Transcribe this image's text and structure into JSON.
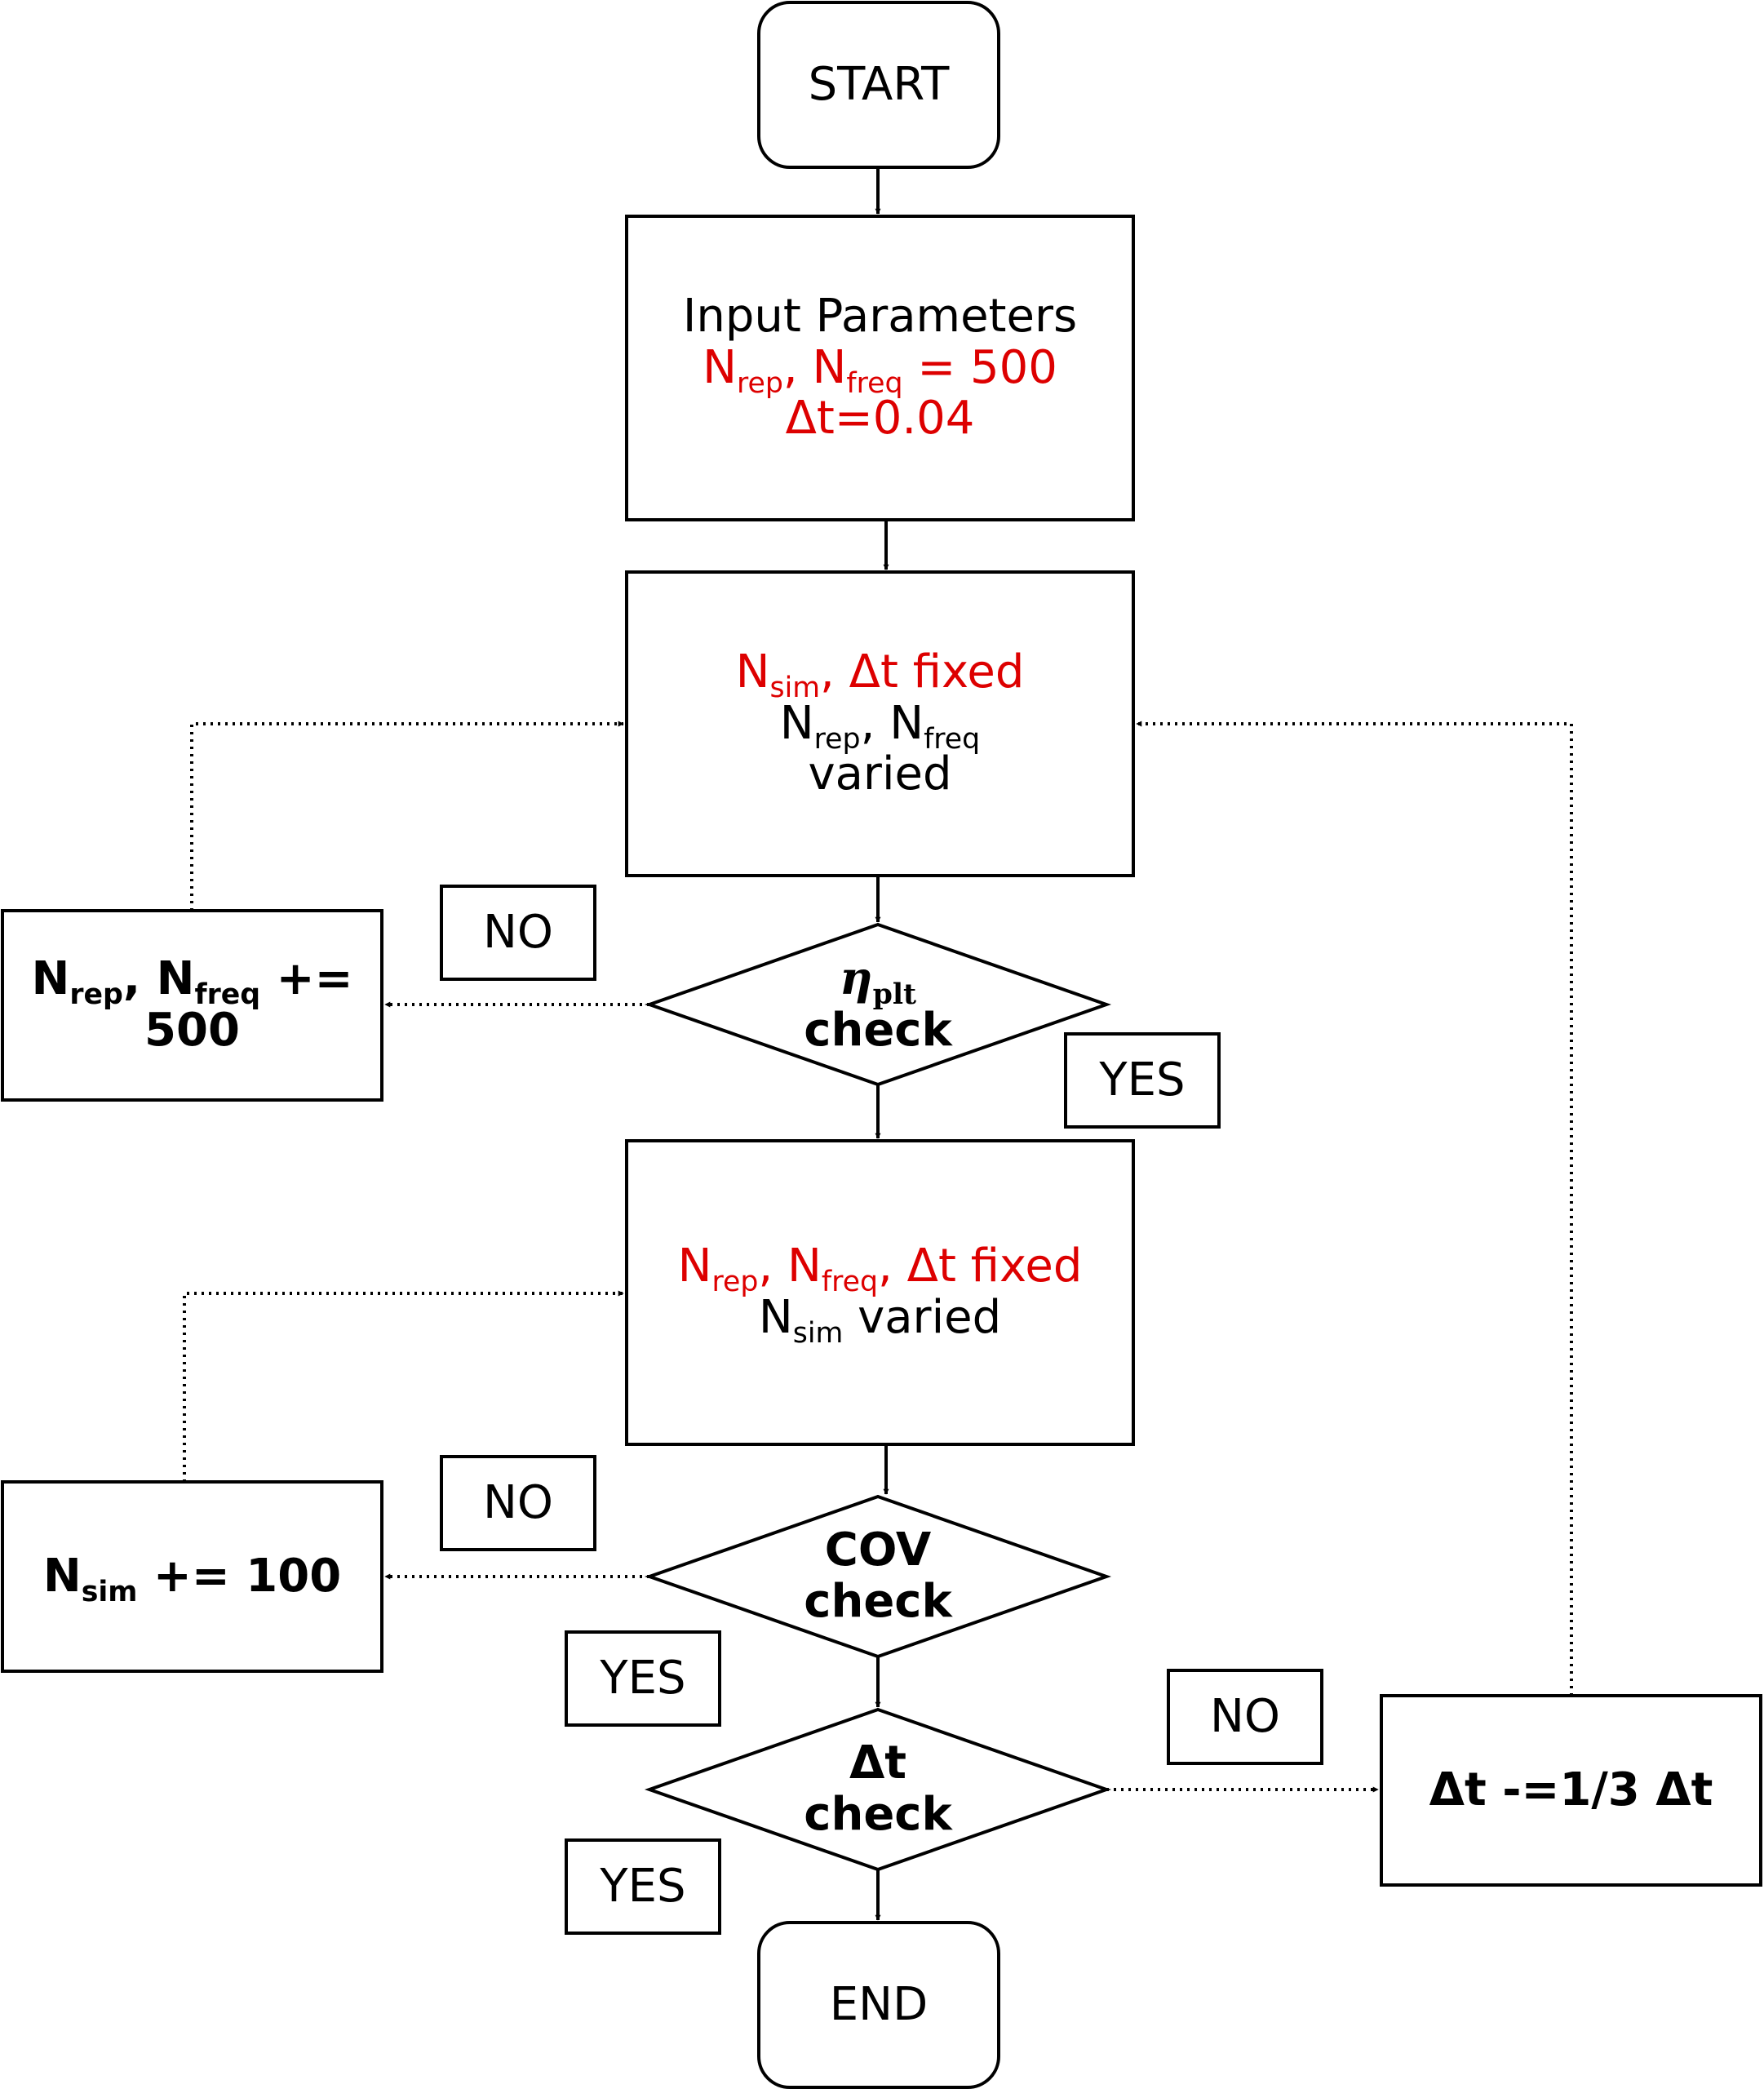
{
  "start": {
    "label": "START"
  },
  "end": {
    "label": "END"
  },
  "input": {
    "title": "Input Parameters",
    "n_rep": "N",
    "n_rep_sub": "rep",
    "sep": ", ",
    "n_freq": "N",
    "n_freq_sub": "freq",
    "n_value": " = 500",
    "dt_line": "Δt=0.04"
  },
  "stage1": {
    "n_sim": "N",
    "n_sim_sub": "sim",
    "fixed_suffix": ", Δt fixed",
    "n_rep": "N",
    "n_rep_sub": "rep",
    "sep": ", ",
    "n_freq": "N",
    "n_freq_sub": "freq",
    "varied": "varied"
  },
  "check_eta": {
    "symbol": "η",
    "symbol_sub": "plt",
    "word": "check"
  },
  "update1": {
    "n_rep": "N",
    "n_rep_sub": "rep",
    "sep": ", ",
    "n_freq": "N",
    "n_freq_sub": "freq",
    "op": " +=",
    "value": "500"
  },
  "stage2": {
    "n_rep": "N",
    "n_rep_sub": "rep",
    "sep": ", ",
    "n_freq": "N",
    "n_freq_sub": "freq",
    "fixed_suffix": ", Δt fixed",
    "n_sim": "N",
    "n_sim_sub": "sim",
    "varied": " varied"
  },
  "check_cov": {
    "line1": "COV",
    "line2": "check"
  },
  "update2": {
    "n_sim": "N",
    "n_sim_sub": "sim",
    "op": " += 100"
  },
  "check_dt": {
    "line1": "Δt",
    "line2": "check"
  },
  "update3": {
    "label": "Δt -=1/3 Δt"
  },
  "answers": {
    "no_eta": "NO",
    "yes_eta": "YES",
    "no_cov": "NO",
    "yes_cov": "YES",
    "no_dt": "NO",
    "yes_dt": "YES"
  },
  "colors": {
    "emphasis": "#dd0000",
    "stroke": "#000000"
  }
}
